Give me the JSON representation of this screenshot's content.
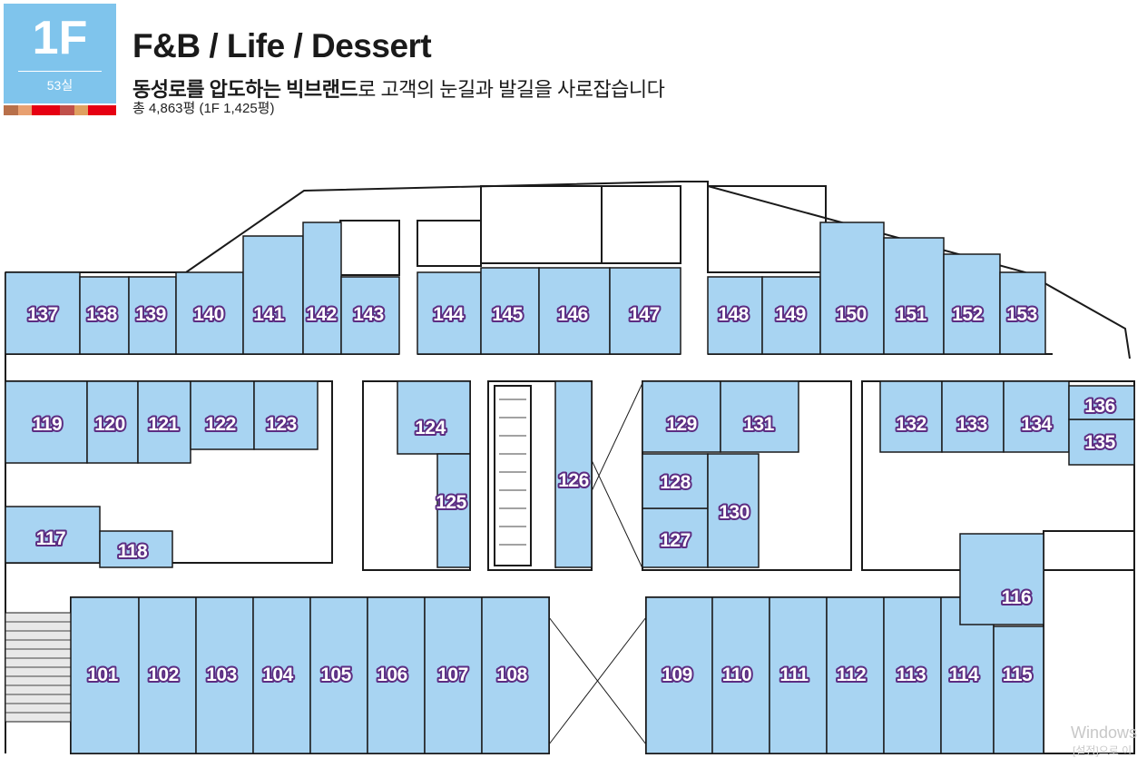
{
  "badge": {
    "floor": "1F",
    "unit_count": "53실",
    "strip_colors": [
      "#b8704a",
      "#e8a070",
      "#e60012",
      "#e60012",
      "#c0504a",
      "#e0a060",
      "#e60012",
      "#e60012"
    ]
  },
  "header": {
    "title": "F&B / Life / Dessert",
    "subtitle_bold": "동성로를 압도하는 빅브랜드",
    "subtitle_rest": "로 고객의 눈길과 발길을 사로잡습니다",
    "total": "총 4,863평 (1F 1,425평)"
  },
  "colors": {
    "unit_fill": "#a8d4f2",
    "wall": "#1a1a1a",
    "label_outline": "#5c2d82"
  },
  "units": [
    "101",
    "102",
    "103",
    "104",
    "105",
    "106",
    "107",
    "108",
    "109",
    "110",
    "111",
    "112",
    "113",
    "114",
    "115",
    "116",
    "117",
    "118",
    "119",
    "120",
    "121",
    "122",
    "123",
    "124",
    "125",
    "126",
    "127",
    "128",
    "129",
    "130",
    "131",
    "132",
    "133",
    "134",
    "135",
    "136",
    "137",
    "138",
    "139",
    "140",
    "141",
    "142",
    "143",
    "144",
    "145",
    "146",
    "147",
    "148",
    "149",
    "150",
    "151",
    "152",
    "153"
  ],
  "watermark": {
    "line1": "Windows",
    "line2": "[설정]으로 이"
  }
}
